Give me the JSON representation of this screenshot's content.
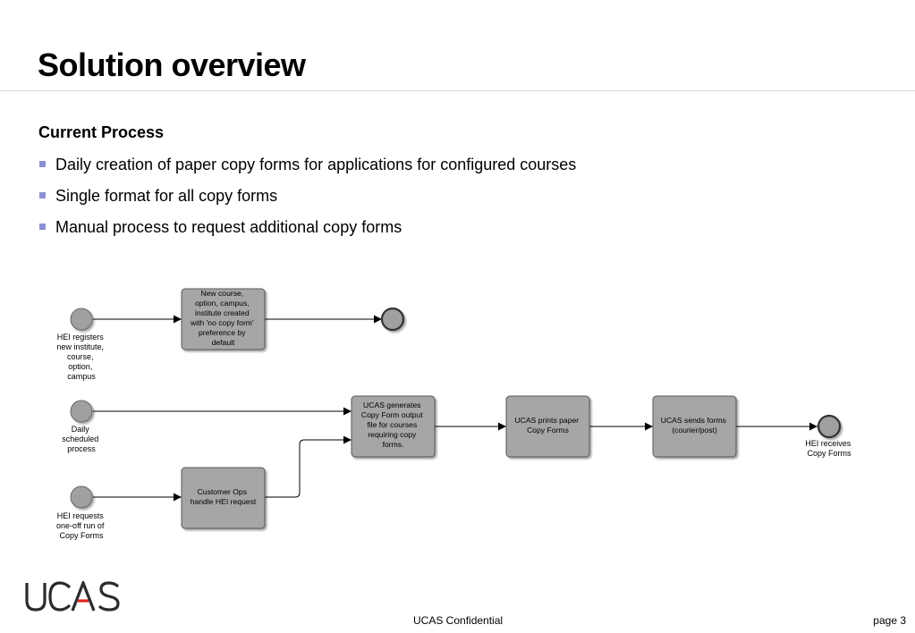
{
  "slide": {
    "title": "Solution overview",
    "section_heading": "Current Process",
    "bullets": [
      "Daily creation of paper copy forms for applications for configured courses",
      "Single format for all copy forms",
      "Manual process to request additional copy forms"
    ]
  },
  "diagram": {
    "events": {
      "hei_registers": [
        "HEI registers",
        "new institute,",
        "course,",
        "option,",
        "campus"
      ],
      "daily_scheduled": [
        "Daily",
        "scheduled",
        "process"
      ],
      "hei_requests": [
        "HEI requests",
        "one-off run of",
        "Copy Forms"
      ],
      "hei_receives": [
        "HEI receives",
        "Copy Forms"
      ]
    },
    "tasks": {
      "new_course": [
        "New course,",
        "option, campus,",
        "institute created",
        "with 'no copy form'",
        "preference by",
        "default"
      ],
      "customer_ops": [
        "Customer Ops",
        "handle HEI request"
      ],
      "ucas_generates": [
        "UCAS generates",
        "Copy Form output",
        "file for courses",
        "requiring copy",
        "forms."
      ],
      "ucas_prints": [
        "UCAS prints paper",
        "Copy Forms"
      ],
      "ucas_sends": [
        "UCAS sends forms",
        "(courier/post)"
      ]
    },
    "colors": {
      "task_fill": "#a6a6a6",
      "event_fill": "#a0a0a0",
      "line": "#000000"
    }
  },
  "footer": {
    "logo_text": "UCAS",
    "confidential": "UCAS Confidential",
    "page": "page 3"
  },
  "brand": {
    "logo_color": "#2b2b2b",
    "logo_accent": "#e2231a",
    "bullet_color": "#8a8fd6"
  }
}
